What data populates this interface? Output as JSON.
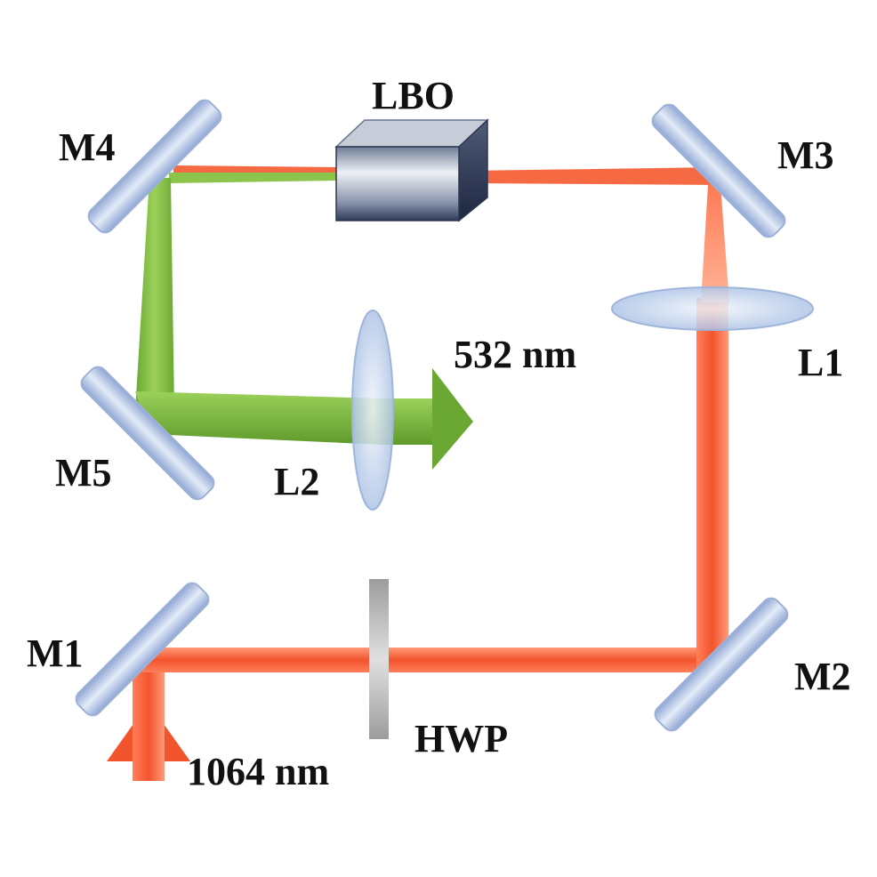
{
  "labels": {
    "lbo": "LBO",
    "m1": "M1",
    "m2": "M2",
    "m3": "M3",
    "m4": "M4",
    "m5": "M5",
    "l1": "L1",
    "l2": "L2",
    "hwp": "HWP",
    "green_wavelength": "532 nm",
    "ir_wavelength": "1064 nm"
  },
  "colors": {
    "ir_beam": "#f2542d",
    "ir_beam_light": "#ff9a78",
    "green_beam": "#6aa833",
    "green_beam_light": "#9bd15a",
    "mirror": "#a9bde0",
    "lens": "#c5d6ee",
    "waveplate": "#b8b8b8",
    "crystal_dark": "#3a4a68",
    "crystal_light": "#e8ebf2"
  },
  "components": [
    {
      "id": "M1",
      "type": "mirror"
    },
    {
      "id": "M2",
      "type": "mirror"
    },
    {
      "id": "M3",
      "type": "mirror"
    },
    {
      "id": "M4",
      "type": "mirror"
    },
    {
      "id": "M5",
      "type": "mirror"
    },
    {
      "id": "L1",
      "type": "lens"
    },
    {
      "id": "L2",
      "type": "lens"
    },
    {
      "id": "HWP",
      "type": "half-wave plate"
    },
    {
      "id": "LBO",
      "type": "nonlinear crystal"
    }
  ]
}
